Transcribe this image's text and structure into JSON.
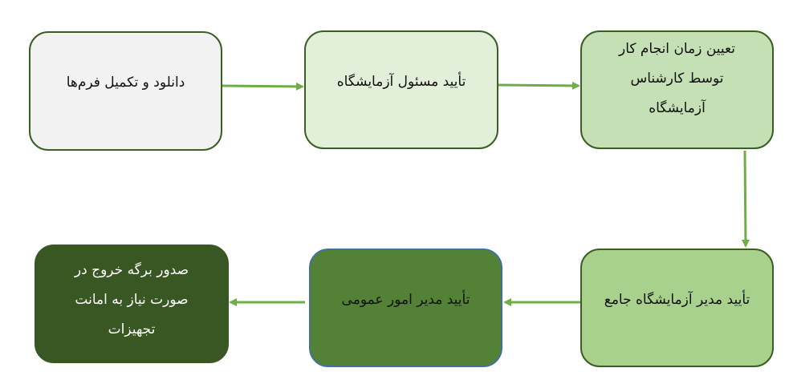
{
  "diagram": {
    "type": "flowchart",
    "direction": "rtl-snake",
    "colors": {
      "arrow": "#70ad47",
      "border": "#3b5e22",
      "step1_fill": "#f2f2f2",
      "step2_fill": "#e2efd9",
      "step3_fill": "#c5e0b4",
      "step4_fill": "#a9d18e",
      "step5_fill": "#538135",
      "step6_fill": "#385723"
    },
    "steps": [
      {
        "id": 1,
        "label": "دانلود و تکمیل فرم‌ها"
      },
      {
        "id": 2,
        "label": "تأیید مسئول آزمایشگاه"
      },
      {
        "id": 3,
        "label": "تعیین زمان انجام کار توسط کارشناس آزمایشگاه"
      },
      {
        "id": 4,
        "label": "تأیید مدیر آزمایشگاه جامع"
      },
      {
        "id": 5,
        "label": "تأیید مدیر امور عمومی"
      },
      {
        "id": 6,
        "label": "صدور برگه خروج در صورت نیاز به امانت تجهیزات"
      }
    ],
    "edges": [
      {
        "from": 1,
        "to": 2
      },
      {
        "from": 2,
        "to": 3
      },
      {
        "from": 3,
        "to": 4
      },
      {
        "from": 4,
        "to": 5
      },
      {
        "from": 5,
        "to": 6
      }
    ]
  }
}
